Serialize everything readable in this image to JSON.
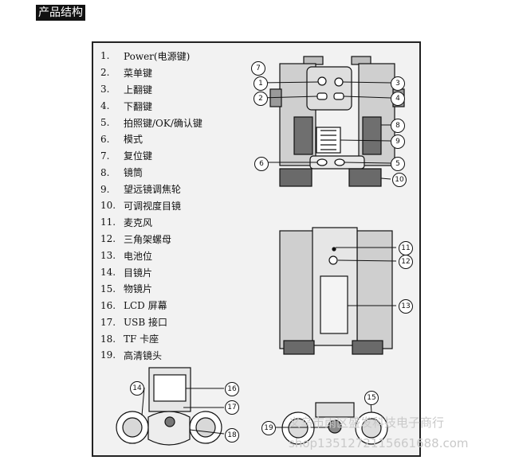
{
  "title": "产品结构",
  "parts": [
    {
      "num": "1.",
      "label": "Power(电源键)"
    },
    {
      "num": "2.",
      "label": "菜单键"
    },
    {
      "num": "3.",
      "label": "上翻键"
    },
    {
      "num": "4.",
      "label": "下翻键"
    },
    {
      "num": "5.",
      "label": "拍照键/OK/确认键"
    },
    {
      "num": "6.",
      "label": "模式"
    },
    {
      "num": "7.",
      "label": "复位键"
    },
    {
      "num": "8.",
      "label": "镜筒"
    },
    {
      "num": "9.",
      "label": "望远镜调焦轮"
    },
    {
      "num": "10.",
      "label": "可调视度目镜"
    },
    {
      "num": "11.",
      "label": "麦克风"
    },
    {
      "num": "12.",
      "label": "三角架螺母"
    },
    {
      "num": "13.",
      "label": "电池位"
    },
    {
      "num": "14.",
      "label": "目镜片"
    },
    {
      "num": "15.",
      "label": "物镜片"
    },
    {
      "num": "16.",
      "label": "LCD 屏幕"
    },
    {
      "num": "17.",
      "label": "USB 接口"
    },
    {
      "num": "18.",
      "label": "TF 卡座"
    },
    {
      "num": "19.",
      "label": "高清镜头"
    }
  ],
  "callouts": [
    "7",
    "1",
    "2",
    "3",
    "4",
    "8",
    "9",
    "6",
    "5",
    "10",
    "11",
    "12",
    "13",
    "14",
    "16",
    "17",
    "18",
    "19",
    "15"
  ],
  "watermark": [
    "义乌市雨区盛发科技电子商行",
    "shop1351272115661688.com"
  ]
}
